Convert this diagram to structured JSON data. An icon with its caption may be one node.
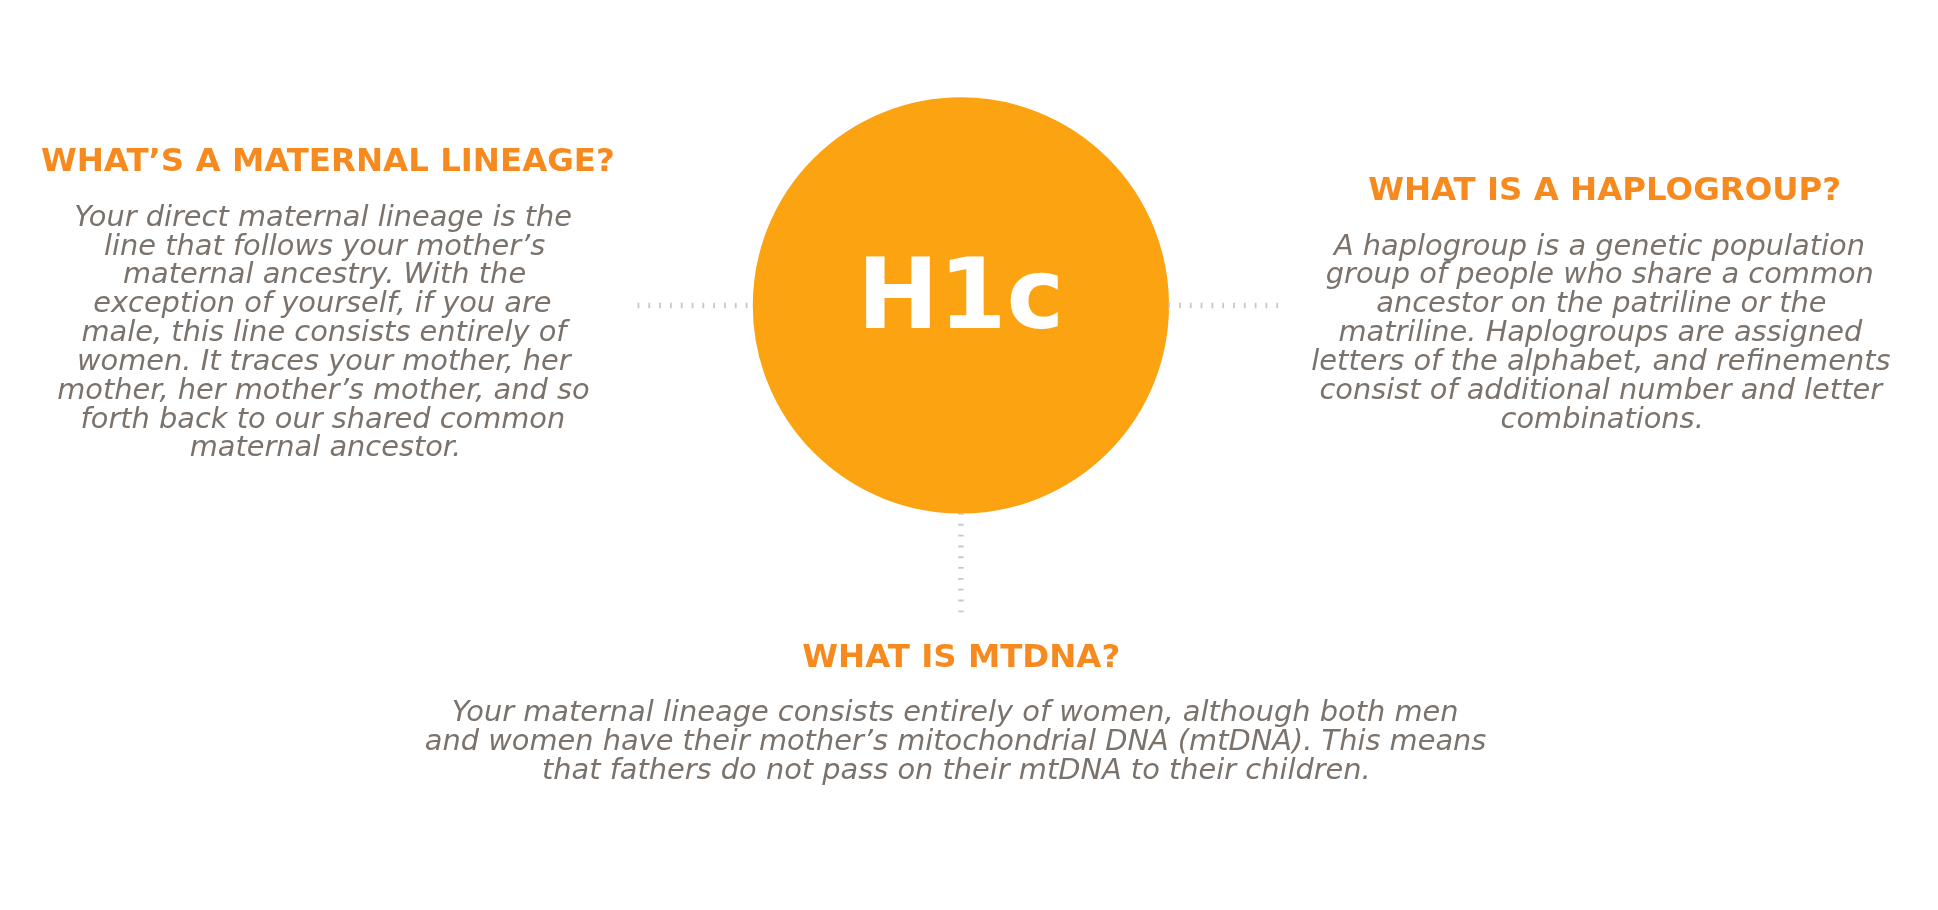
{
  "diagram": {
    "nodes": [
      {
        "text": [
          "H1c"
        ]
      },
      {
        "text": [
          "WHAT’S A MATERNAL LINEAGE?",
          "Your direct maternal lineage is the line that follows your mother’s maternal ancestry. With the exception of yourself, if you are male, this line consists entirely of women. It traces your mother, her mother, her mother’s mother, and so forth back to our shared common maternal ancestor."
        ]
      },
      {
        "text": [
          "WHAT IS A HAPLOGROUP?",
          "A haplogroup is a genetic population group of people who share a common ancestor on the patriline or the matriline. Haplogroups are assigned letters of the alphabet, and refinements consist of additional number and letter combinations."
        ]
      },
      {
        "text": [
          "WHAT IS MTDNA?",
          "Your maternal lineage consists entirely of women, although both men and women have their mother’s mitochondrial DNA (mtDNA). This means that fathers do not pass on their mtDNA to their children."
        ]
      }
    ],
    "edges": [
      {
        "from": 1,
        "to": 0,
        "arrow": "none",
        "style": "dashed"
      },
      {
        "from": 0,
        "to": 2,
        "arrow": "none",
        "style": "dashed"
      },
      {
        "from": 0,
        "to": 3,
        "arrow": "none",
        "style": "dashed"
      }
    ]
  }
}
